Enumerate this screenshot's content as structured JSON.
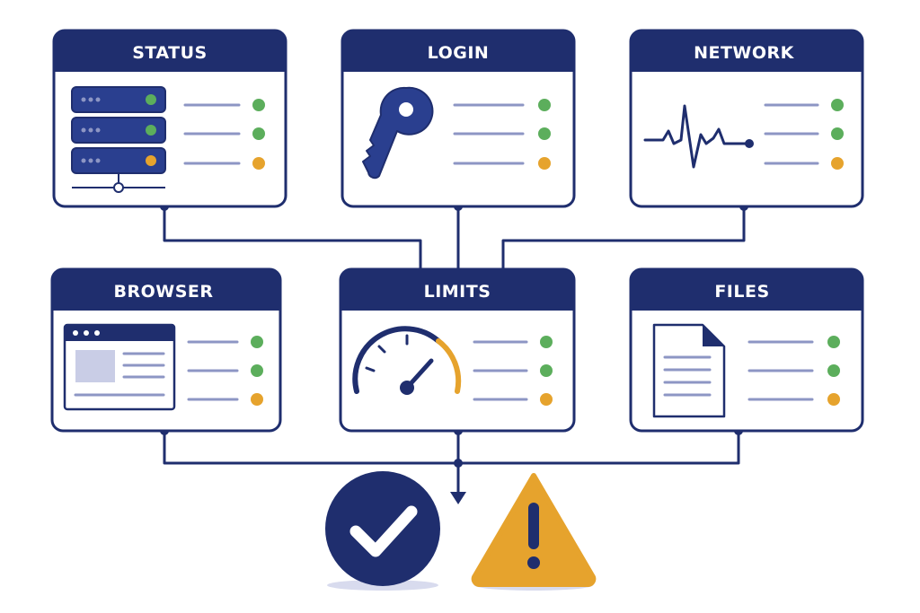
{
  "colors": {
    "navy": "#1f2e6e",
    "green": "#5cae5c",
    "amber": "#e6a32d",
    "line_gray": "#8d96c4",
    "panel_bg": "#ffffff"
  },
  "panels": [
    {
      "id": "status",
      "title": "STATUS",
      "icon": "server-stack-icon",
      "indicators": [
        "green",
        "green",
        "amber"
      ]
    },
    {
      "id": "login",
      "title": "LOGIN",
      "icon": "key-icon",
      "indicators": [
        "green",
        "green",
        "amber"
      ]
    },
    {
      "id": "network",
      "title": "NETWORK",
      "icon": "heartbeat-icon",
      "indicators": [
        "green",
        "green",
        "amber"
      ]
    },
    {
      "id": "browser",
      "title": "BROWSER",
      "icon": "browser-window-icon",
      "indicators": [
        "green",
        "green",
        "amber"
      ]
    },
    {
      "id": "limits",
      "title": "LIMITS",
      "icon": "speedometer-icon",
      "indicators": [
        "green",
        "green",
        "amber"
      ]
    },
    {
      "id": "files",
      "title": "FILES",
      "icon": "document-icon",
      "indicators": [
        "green",
        "green",
        "amber"
      ]
    }
  ],
  "outcomes": [
    {
      "id": "pass",
      "icon": "checkmark-circle-icon"
    },
    {
      "id": "warn",
      "icon": "warning-triangle-icon"
    }
  ]
}
